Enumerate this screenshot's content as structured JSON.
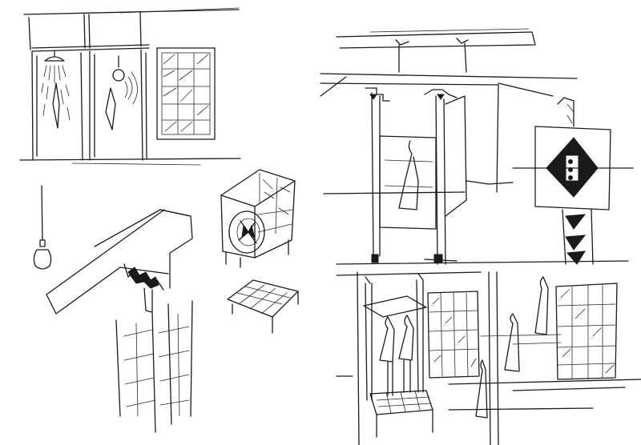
{
  "page": {
    "background": "#ffffff",
    "ink": "#1a1a1a"
  },
  "sketches": [
    {
      "name": "shower-and-lamp-booths",
      "icons": [
        "shower-head-icon",
        "light-bulb-icon",
        "window-grid-icon"
      ]
    },
    {
      "name": "hanging-bulb",
      "icons": [
        "light-bulb-icon"
      ]
    },
    {
      "name": "cross-beam-joint",
      "icons": [
        "beam-joint-icon"
      ]
    },
    {
      "name": "cube-with-fan",
      "icons": [
        "fan-icon"
      ]
    },
    {
      "name": "tiled-tray",
      "icons": []
    },
    {
      "name": "suspended-frame-structure",
      "icons": [
        "diamond-panel-icon"
      ]
    },
    {
      "name": "platform-with-figures",
      "icons": []
    }
  ]
}
